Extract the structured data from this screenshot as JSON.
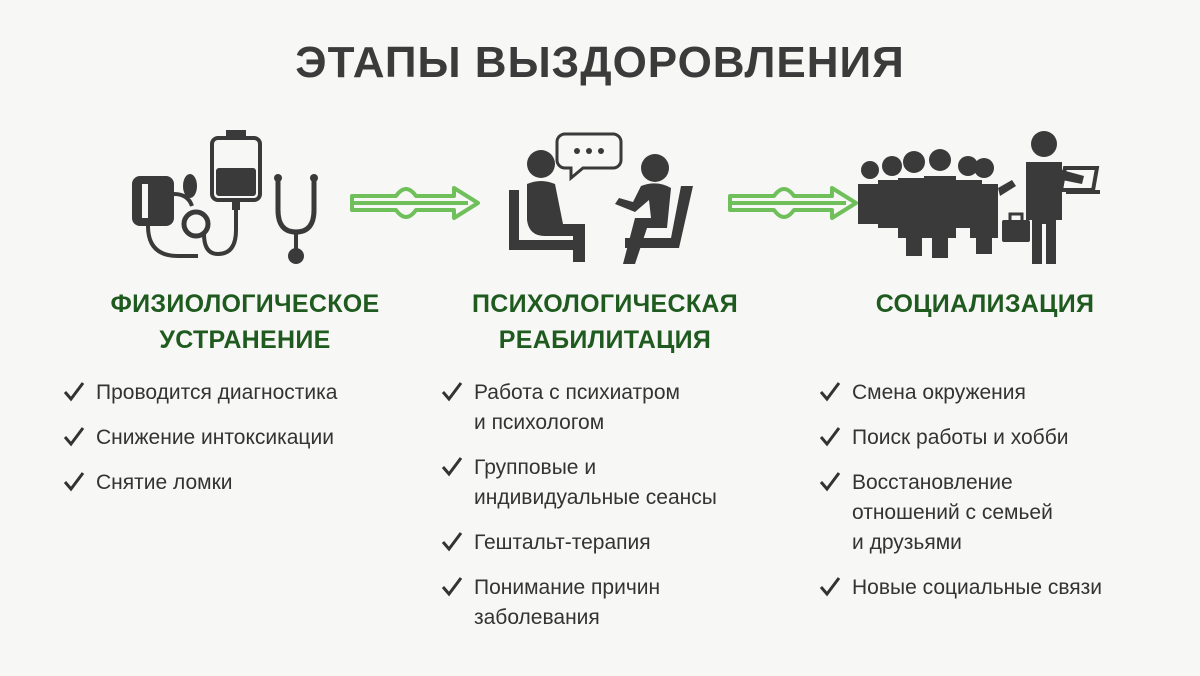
{
  "title": "ЭТАПЫ ВЫЗДОРОВЛЕНИЯ",
  "colors": {
    "accent": "#1f5a1f",
    "arrow": "#6fbf5a",
    "icon": "#3a3a3a"
  },
  "stages": [
    {
      "icon": "medical-equipment-icon",
      "title": "ФИЗИОЛОГИЧЕСКОЕ\nУСТРАНЕНИЕ",
      "items": [
        "Проводится диагностика",
        "Снижение интоксикации",
        "Снятие ломки"
      ]
    },
    {
      "icon": "therapy-session-icon",
      "title": "ПСИХОЛОГИЧЕСКАЯ\nРЕАБИЛИТАЦИЯ",
      "items": [
        "Работа с психиатром\nи психологом",
        "Групповые и\nиндивидуальные сеансы",
        "Гештальт-терапия",
        "Понимание причин\nзаболевания"
      ]
    },
    {
      "icon": "people-group-icon",
      "title": "СОЦИАЛИЗАЦИЯ",
      "items": [
        "Смена окружения",
        "Поиск работы и хобби",
        "Восстановление\nотношений с семьей\nи друзьями",
        "Новые социальные связи"
      ]
    }
  ]
}
